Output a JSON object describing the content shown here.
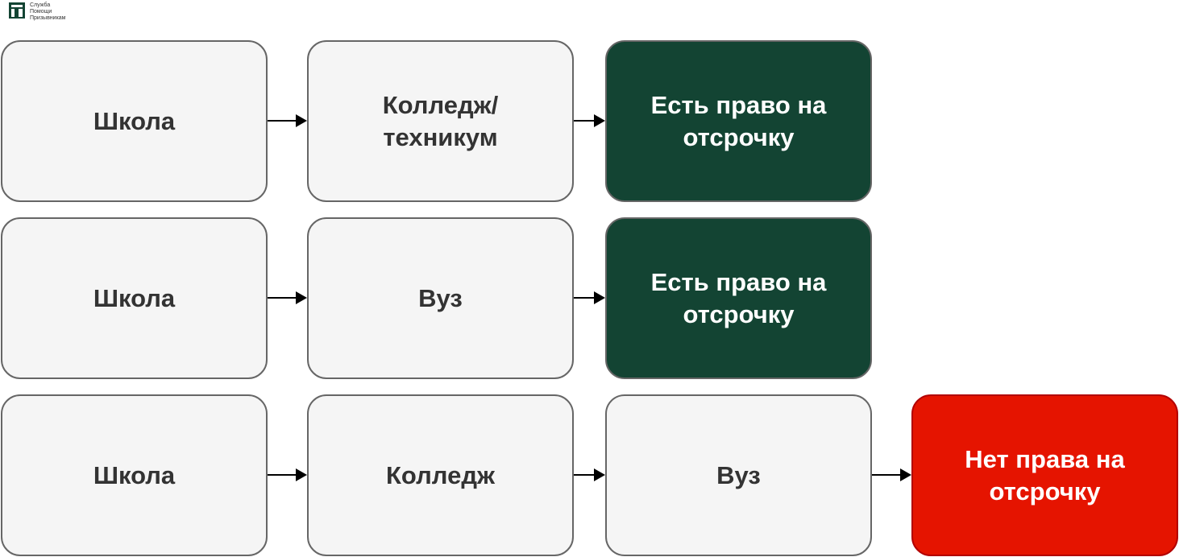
{
  "logo": {
    "lines": [
      "Служба",
      "Помощи",
      "Призывникам"
    ],
    "icon": "sluzhba-logo-icon",
    "color": "#134433"
  },
  "colors": {
    "neutral_fill": "#f5f5f5",
    "neutral_stroke": "#666666",
    "allowed_fill": "#134433",
    "denied_fill": "#e51400",
    "denied_stroke": "#b20000",
    "text_dark": "#333333",
    "text_light": "#ffffff",
    "arrow": "#000000"
  },
  "rows": [
    {
      "nodes": [
        {
          "label": "Школа",
          "kind": "neutral"
        },
        {
          "label": "Колледж/\nтехникум",
          "kind": "neutral"
        },
        {
          "label": "Есть право на\nотсрочку",
          "kind": "allowed"
        }
      ]
    },
    {
      "nodes": [
        {
          "label": "Школа",
          "kind": "neutral"
        },
        {
          "label": "Вуз",
          "kind": "neutral"
        },
        {
          "label": "Есть право на\nотсрочку",
          "kind": "allowed"
        }
      ]
    },
    {
      "nodes": [
        {
          "label": "Школа",
          "kind": "neutral"
        },
        {
          "label": "Колледж",
          "kind": "neutral"
        },
        {
          "label": "Вуз",
          "kind": "neutral"
        },
        {
          "label": "Нет права на\nотсрочку",
          "kind": "denied"
        }
      ]
    }
  ]
}
